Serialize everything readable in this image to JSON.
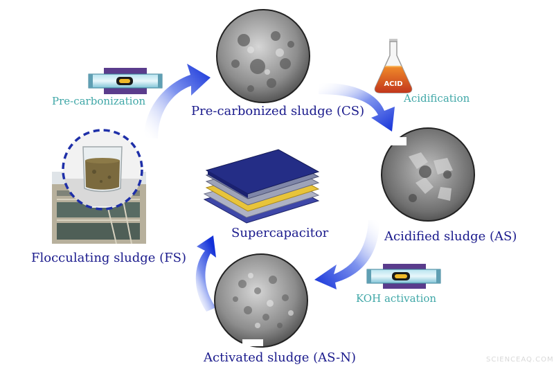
{
  "nodes": {
    "cs": {
      "label": "Pre-carbonized sludge (CS)"
    },
    "as": {
      "label": "Acidified sludge (AS)"
    },
    "asn": {
      "label": "Activated sludge (AS-N)"
    },
    "fs": {
      "label": "Flocculating sludge (FS)"
    },
    "sc": {
      "label": "Supercapacitor"
    }
  },
  "steps": {
    "precarb": "Pre-carbonization",
    "acid": "Acidification",
    "koh": "KOH activation"
  },
  "flask_text": "ACID",
  "watermark": "SCIENCEAQ.COM",
  "colors": {
    "node_label": "#1a1a8c",
    "step_label": "#3fa7a7",
    "arrow_blue": "#1f3fd6",
    "circle_dash": "#1e2fa8",
    "capacitor_top": "#202a7a",
    "capacitor_yellow": "#e8c43a"
  }
}
